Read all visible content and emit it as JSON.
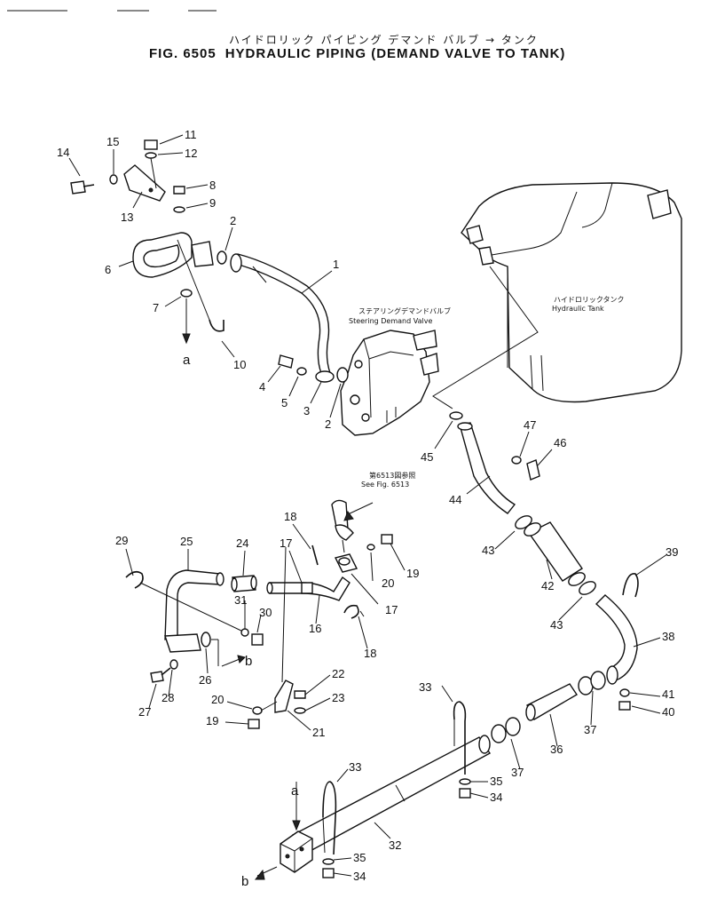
{
  "title": {
    "jp": "ハイドロリック パイピング デマンド バルブ → タンク",
    "fig": "FIG. 6505",
    "en": "HYDRAULIC PIPING (DEMAND VALVE TO TANK)"
  },
  "labels": {
    "tank_jp": "ハイドロリックタンク",
    "tank_en": "Hydraulic Tank",
    "valve_jp": "ステアリングデマンドバルブ",
    "valve_en": "Steering Demand Valve",
    "see_jp": "第6513図参照",
    "see_en": "See Fig. 6513",
    "a_top": "a",
    "b_mid": "b",
    "a_bottom": "a",
    "b_bottom": "b"
  },
  "parts": [
    {
      "n": "14"
    },
    {
      "n": "15"
    },
    {
      "n": "11"
    },
    {
      "n": "12"
    },
    {
      "n": "13"
    },
    {
      "n": "8"
    },
    {
      "n": "9"
    },
    {
      "n": "2"
    },
    {
      "n": "6"
    },
    {
      "n": "1"
    },
    {
      "n": "7"
    },
    {
      "n": "10"
    },
    {
      "n": "4"
    },
    {
      "n": "5"
    },
    {
      "n": "3"
    },
    {
      "n": "2"
    },
    {
      "n": "45"
    },
    {
      "n": "47"
    },
    {
      "n": "46"
    },
    {
      "n": "44"
    },
    {
      "n": "18"
    },
    {
      "n": "19"
    },
    {
      "n": "20"
    },
    {
      "n": "29"
    },
    {
      "n": "25"
    },
    {
      "n": "24"
    },
    {
      "n": "17"
    },
    {
      "n": "17"
    },
    {
      "n": "43"
    },
    {
      "n": "42"
    },
    {
      "n": "39"
    },
    {
      "n": "31"
    },
    {
      "n": "30"
    },
    {
      "n": "16"
    },
    {
      "n": "18"
    },
    {
      "n": "43"
    },
    {
      "n": "38"
    },
    {
      "n": "26"
    },
    {
      "n": "22"
    },
    {
      "n": "27"
    },
    {
      "n": "28"
    },
    {
      "n": "20"
    },
    {
      "n": "23"
    },
    {
      "n": "33"
    },
    {
      "n": "41"
    },
    {
      "n": "40"
    },
    {
      "n": "19"
    },
    {
      "n": "21"
    },
    {
      "n": "37"
    },
    {
      "n": "36"
    },
    {
      "n": "37"
    },
    {
      "n": "33"
    },
    {
      "n": "35"
    },
    {
      "n": "34"
    },
    {
      "n": "32"
    },
    {
      "n": "35"
    },
    {
      "n": "34"
    }
  ]
}
